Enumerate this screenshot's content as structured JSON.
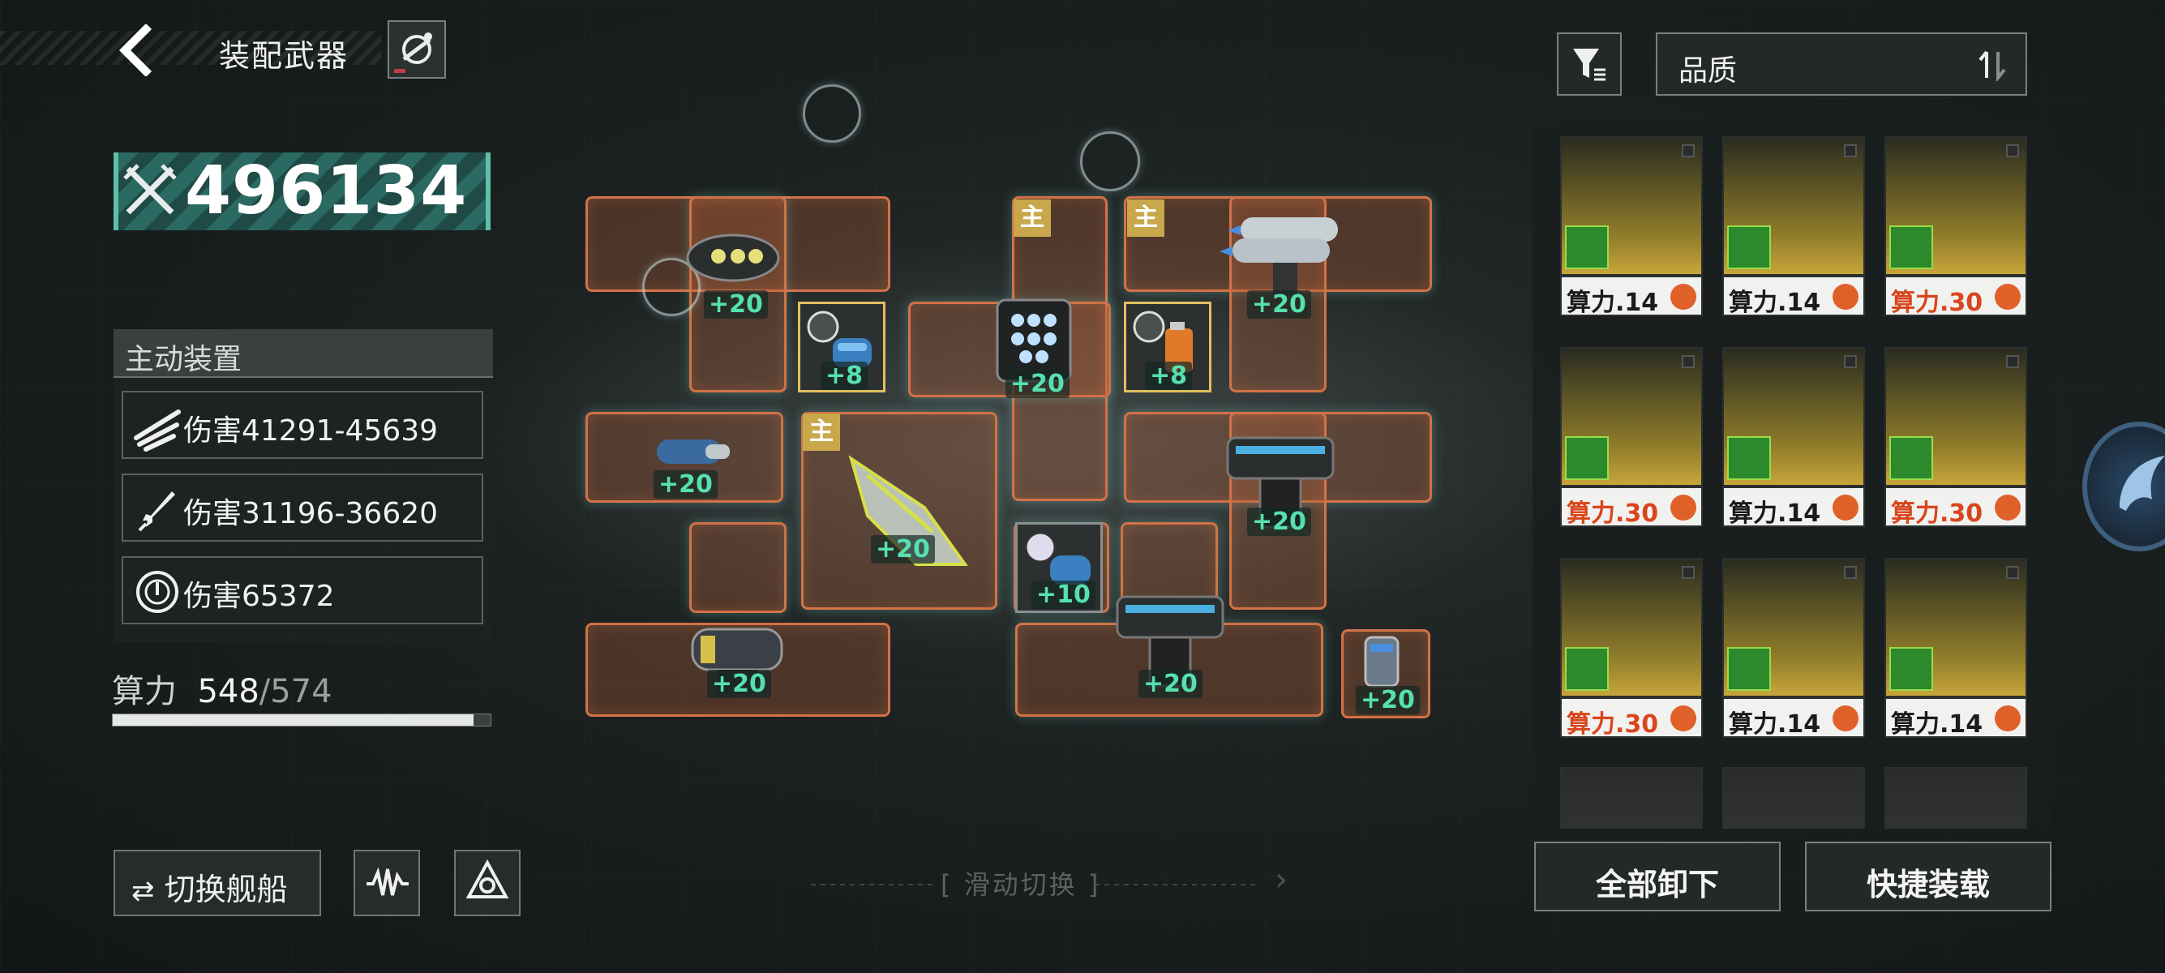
{
  "header": {
    "title": "装配武器"
  },
  "power": {
    "value": "496134"
  },
  "active_devices": {
    "title": "主动装置",
    "stats": [
      {
        "icon": "claw-slash-icon",
        "label": "伤害41291-45639"
      },
      {
        "icon": "missile-icon",
        "label": "伤害31196-36620"
      },
      {
        "icon": "target-ring-icon",
        "label": "伤害65372"
      }
    ]
  },
  "compute": {
    "label": "算力",
    "used": "548",
    "total": "/574",
    "fill_fraction": 0.955
  },
  "bottom_left": {
    "switch_ship": "切换舰船",
    "switch_ship_icon": "swap-arrows-icon"
  },
  "swipe": {
    "label": "[ 滑动切换 ]",
    "arrow": "›"
  },
  "grid": {
    "primary_tag": "主",
    "bonuses": [
      "+20",
      "+8",
      "+20",
      "+8",
      "+20",
      "+20",
      "+20",
      "+20",
      "+10",
      "+20",
      "+20",
      "+20"
    ]
  },
  "inventory": {
    "sort_label": "品质",
    "items": [
      {
        "label": "算力.14",
        "highlight": false
      },
      {
        "label": "算力.14",
        "highlight": false
      },
      {
        "label": "算力.30",
        "highlight": true
      },
      {
        "label": "算力.30",
        "highlight": true
      },
      {
        "label": "算力.14",
        "highlight": false
      },
      {
        "label": "算力.30",
        "highlight": true
      },
      {
        "label": "算力.30",
        "highlight": true
      },
      {
        "label": "算力.14",
        "highlight": false
      },
      {
        "label": "算力.14",
        "highlight": false
      }
    ]
  },
  "actions": {
    "unload_all": "全部卸下",
    "quick_equip": "快捷装载"
  },
  "colors": {
    "accent": "#5ec0a8",
    "slot_border": "#d27246",
    "bonus_text": "#56e0b0",
    "highlight_text": "#d9451c"
  }
}
